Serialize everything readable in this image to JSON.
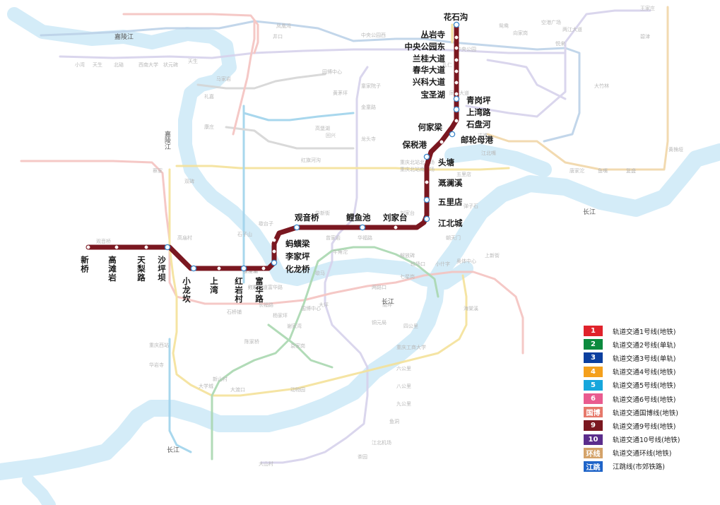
{
  "line9": {
    "color": "#7a1720",
    "stations": [
      "花石沟",
      "丛岩寺",
      "中央公园东",
      "兰桂大道",
      "春华大道",
      "兴科大道",
      "宝圣湖",
      "青岗坪",
      "上湾路",
      "石盘河",
      "何家梁",
      "邮轮母港",
      "保税港",
      "头塘",
      "溉澜溪",
      "五里店",
      "江北城",
      "刘家台",
      "鲤鱼池",
      "观音桥",
      "蚂蟥梁",
      "李家坪",
      "化龙桥",
      "富华路",
      "红岩村",
      "上湾",
      "小龙坎",
      "沙坪坝",
      "天梨路",
      "高滩岩",
      "新桥"
    ]
  },
  "background_lines": [
    {
      "color": "#9fd3ec"
    },
    {
      "color": "#bcd2e8"
    },
    {
      "color": "#f5c3c0"
    },
    {
      "color": "#f4e29a"
    },
    {
      "color": "#a9d8b0"
    },
    {
      "color": "#d7d2ec"
    },
    {
      "color": "#c8d6e8"
    },
    {
      "color": "#cfcfcf"
    }
  ],
  "rivers": [
    {
      "name": "嘉陵江",
      "kind": "river"
    },
    {
      "name": "嘉陵江",
      "kind": "river"
    },
    {
      "name": "长江",
      "kind": "river"
    },
    {
      "name": "长江",
      "kind": "river"
    },
    {
      "name": "长江",
      "kind": "river"
    }
  ],
  "faint_labels": [
    "沙坪坝",
    "红岩村",
    "富华路",
    "刘家台",
    "中央公园西",
    "中央公园",
    "回兴",
    "礼嘉",
    "康庄",
    "重庆北站北广场",
    "重庆北站南广场",
    "龙头寺",
    "红旗河沟",
    "五里店",
    "大坪",
    "两路口",
    "七星岗",
    "较场口",
    "小什字",
    "朝天门",
    "解放碑",
    "南坪",
    "四公里",
    "重庆工商大学",
    "六公里",
    "八公里",
    "九公里",
    "鱼洞",
    "大山村",
    "茶园",
    "江北机场",
    "碧津",
    "大竹林",
    "悦来",
    "鸳鸯",
    "园博中心",
    "黄茅坪",
    "童家院子",
    "金童路",
    "重庆西站",
    "华岩寺",
    "陈家桥",
    "大学城",
    "歇马",
    "弹子石",
    "上新街",
    "海棠溪",
    "铜元局",
    "国博中心",
    "寸滩",
    "江北嘴",
    "唐家沱",
    "鱼嘴",
    "复盛",
    "黄桷垭",
    "奥体中心",
    "袁家岗",
    "谢家湾",
    "杨家坪",
    "动物园",
    "大渡口",
    "新山村",
    "华福路",
    "曾家岩",
    "牛角沱",
    "华新街",
    "观音桥",
    "蔡家",
    "向家岗",
    "两江大道",
    "空港广场",
    "高堡湖",
    "长福路",
    "石桥铺",
    "歇台子",
    "石子山",
    "高庙村",
    "马家岩",
    "小湾",
    "天生",
    "北碚",
    "西南大学",
    "状元碑",
    "天生",
    "双碑",
    "井口",
    "凤凰湾",
    "王家庄",
    "同茂大道",
    "礼仁",
    "宝圣湖",
    "兴科大道"
  ],
  "legend": [
    {
      "badge": "1",
      "text": "轨道交通1号线(地铁)",
      "color": "#e0222b"
    },
    {
      "badge": "2",
      "text": "轨道交通2号线(单轨)",
      "color": "#0c8a3e"
    },
    {
      "badge": "3",
      "text": "轨道交通3号线(单轨)",
      "color": "#0b3f9f"
    },
    {
      "badge": "4",
      "text": "轨道交通4号线(地铁)",
      "color": "#f4a01c"
    },
    {
      "badge": "5",
      "text": "轨道交通5号线(地铁)",
      "color": "#17a6dc"
    },
    {
      "badge": "6",
      "text": "轨道交通6号线(地铁)",
      "color": "#e95b8f"
    },
    {
      "badge": "国博",
      "text": "轨道交通国博线(地铁)",
      "color": "#e6796b"
    },
    {
      "badge": "9",
      "text": "轨道交通9号线(地铁)",
      "color": "#7a1720"
    },
    {
      "badge": "10",
      "text": "轨道交通10号线(地铁)",
      "color": "#5b2d8c"
    },
    {
      "badge": "环线",
      "text": "轨道交通环线(地铁)",
      "color": "#d4a36a"
    },
    {
      "badge": "江跳",
      "text": "江跳线(市郊铁路)",
      "color": "#1f64c8"
    }
  ]
}
